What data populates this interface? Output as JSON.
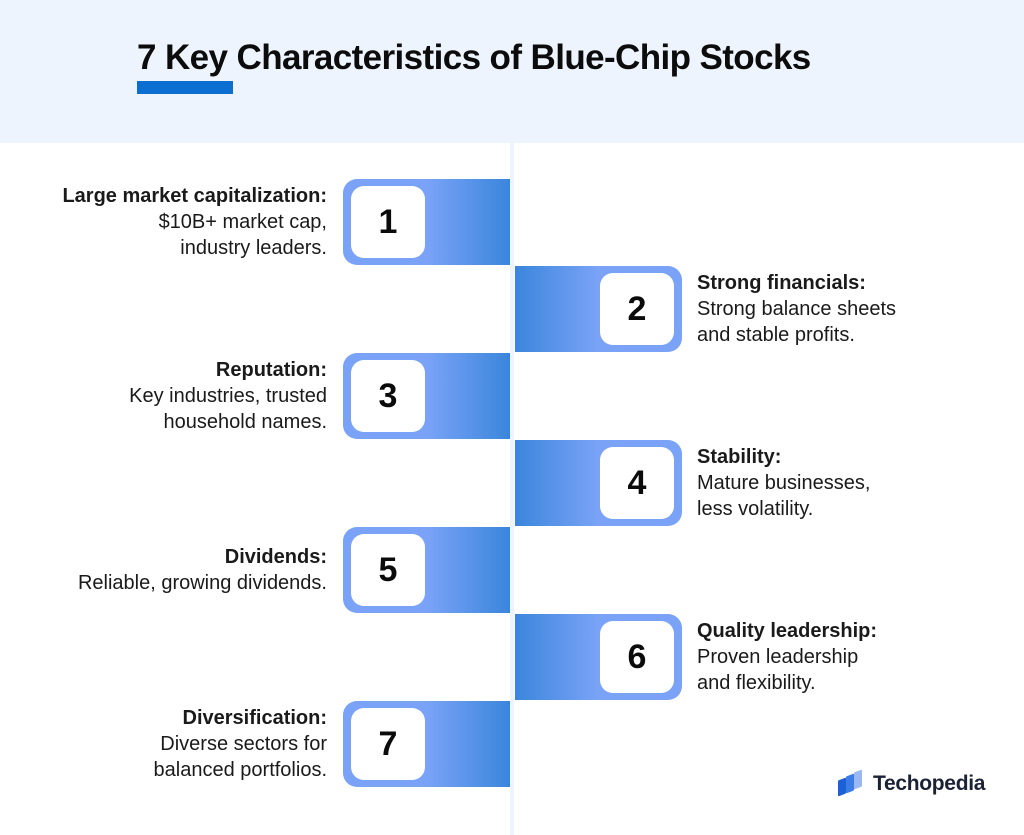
{
  "header": {
    "title": "7 Key Characteristics of Blue-Chip Stocks",
    "accent_color": "#0a6fd0",
    "background_color": "#eef4fd"
  },
  "colors": {
    "bar_light": "#7aa3f7",
    "bar_dark": "#3a86dc",
    "number_box": "#ffffff"
  },
  "items": [
    {
      "number": "1",
      "side": "left",
      "title": "Large market capitalization:",
      "lines": [
        "$10B+ market cap,",
        "industry leaders."
      ]
    },
    {
      "number": "2",
      "side": "right",
      "title": "Strong financials:",
      "lines": [
        "Strong balance sheets",
        "and stable profits."
      ]
    },
    {
      "number": "3",
      "side": "left",
      "title": "Reputation:",
      "lines": [
        "Key industries, trusted",
        "household names."
      ]
    },
    {
      "number": "4",
      "side": "right",
      "title": "Stability:",
      "lines": [
        "Mature businesses,",
        "less volatility."
      ]
    },
    {
      "number": "5",
      "side": "left",
      "title": "Dividends:",
      "lines": [
        "Reliable, growing dividends."
      ]
    },
    {
      "number": "6",
      "side": "right",
      "title": "Quality leadership:",
      "lines": [
        "Proven leadership",
        "and flexibility."
      ]
    },
    {
      "number": "7",
      "side": "left",
      "title": "Diversification:",
      "lines": [
        "Diverse sectors for",
        "balanced portfolios."
      ]
    }
  ],
  "branding": {
    "logo_icon": "techopedia-logo-icon",
    "name": "Techopedia"
  }
}
